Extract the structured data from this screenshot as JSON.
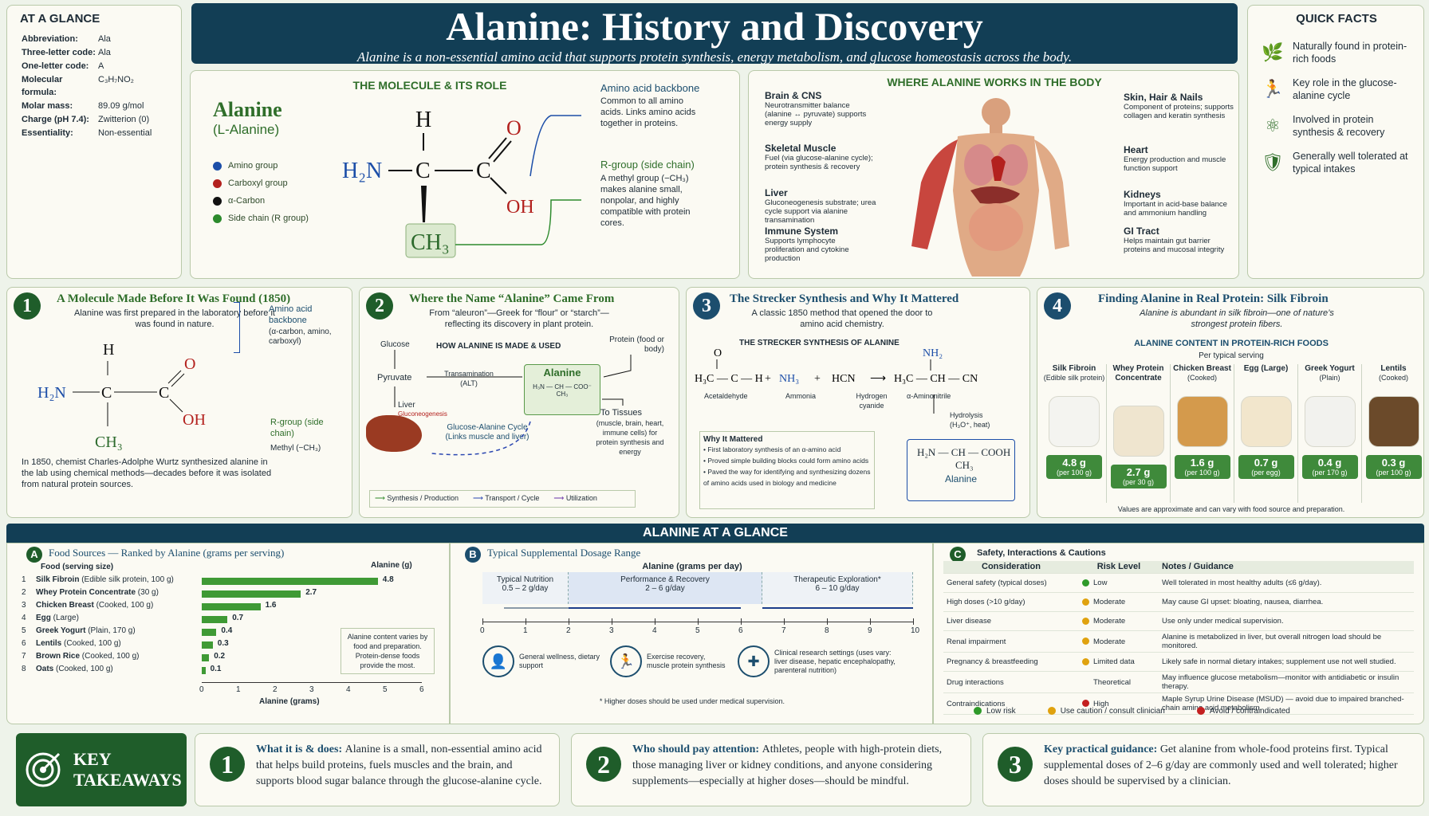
{
  "header": {
    "title": "Alanine: History and Discovery",
    "subtitle": "Alanine is a non-essential amino acid that supports protein synthesis, energy metabolism, and glucose homeostasis across the body."
  },
  "at_a_glance": {
    "title": "AT A GLANCE",
    "rows": [
      {
        "k": "Abbreviation:",
        "v": "Ala"
      },
      {
        "k": "Three-letter code:",
        "v": "Ala"
      },
      {
        "k": "One-letter code:",
        "v": "A"
      },
      {
        "k": "Molecular formula:",
        "v": "C₃H₇NO₂"
      },
      {
        "k": "Molar mass:",
        "v": "89.09 g/mol"
      },
      {
        "k": "Charge (pH 7.4):",
        "v": "Zwitterion (0)"
      },
      {
        "k": "Essentiality:",
        "v": "Non-essential"
      }
    ]
  },
  "molecule": {
    "title": "THE MOLECULE & ITS ROLE",
    "name": "Alanine",
    "alt": "(L-Alanine)",
    "legend": [
      {
        "label": "Amino group",
        "color": "#1c4ea8"
      },
      {
        "label": "Carboxyl group",
        "color": "#b3211e"
      },
      {
        "label": "α-Carbon",
        "color": "#111111"
      },
      {
        "label": "Side chain (R group)",
        "color": "#2c8a2c"
      }
    ],
    "atoms": {
      "h": "H",
      "n": "H₂N",
      "c1": "C",
      "c2": "C",
      "o": "O",
      "oh": "OH",
      "ch3": "CH₃"
    },
    "backbone_title": "Amino acid backbone",
    "backbone_text": "Common to all amino acids. Links amino acids together in proteins.",
    "rgroup_title": "R-group (side chain)",
    "rgroup_text": "A methyl group (−CH₃) makes alanine small, nonpolar, and highly compatible with protein cores."
  },
  "body": {
    "title": "WHERE ALANINE WORKS IN THE BODY",
    "left": [
      {
        "name": "Brain & CNS",
        "text": "Neurotransmitter balance (alanine ↔ pyruvate) supports energy supply"
      },
      {
        "name": "Skeletal Muscle",
        "text": "Fuel (via glucose-alanine cycle); protein synthesis & recovery"
      },
      {
        "name": "Liver",
        "text": "Gluconeogenesis substrate; urea cycle support via alanine transamination"
      },
      {
        "name": "Immune System",
        "text": "Supports lymphocyte proliferation and cytokine production"
      }
    ],
    "right": [
      {
        "name": "Skin, Hair & Nails",
        "text": "Component of proteins; supports collagen and keratin synthesis"
      },
      {
        "name": "Heart",
        "text": "Energy production and muscle function support"
      },
      {
        "name": "Kidneys",
        "text": "Important in acid-base balance and ammonium handling"
      },
      {
        "name": "GI Tract",
        "text": "Helps maintain gut barrier proteins and mucosal integrity"
      }
    ]
  },
  "quick_facts": {
    "title": "QUICK FACTS",
    "items": [
      {
        "icon": "leaf-icon",
        "text": "Naturally found in protein-rich foods"
      },
      {
        "icon": "runner-icon",
        "text": "Key role in the glucose-alanine cycle"
      },
      {
        "icon": "molecule-icon",
        "text": "Involved in protein synthesis & recovery"
      },
      {
        "icon": "shield-check-icon",
        "text": "Generally well tolerated at typical intakes"
      }
    ]
  },
  "card1": {
    "num": "1",
    "title": "A Molecule Made Before It Was Found (1850)",
    "sub": "Alanine was first prepared in the laboratory before it was found in nature.",
    "atoms": {
      "h": "H",
      "n": "H₂N",
      "c1": "C",
      "c2": "C",
      "o": "O",
      "oh": "OH",
      "ch3": "CH₃"
    },
    "backbone": "Amino acid backbone",
    "backbone_note": "(α-carbon, amino, carboxyl)",
    "rgroup": "R-group (side chain)",
    "rgroup_note": "Methyl (−CH₃)",
    "text": "In 1850, chemist Charles-Adolphe Wurtz synthesized alanine in the lab using chemical methods—decades before it was isolated from natural protein sources."
  },
  "card2": {
    "num": "2",
    "title": "Where the Name “Alanine” Came From",
    "sub": "From “aleuron”—Greek for “flour” or “starch”—reflecting its discovery in plant protein.",
    "diagram_title": "HOW ALANINE IS MADE & USED",
    "glucose": "Glucose",
    "pyruvate": "Pyruvate",
    "transamination": "Transamination (ALT)",
    "alanine": "Alanine",
    "formula": "H₃N — CH — COO⁻",
    "formula_sub": "CH₃",
    "protein": "Protein (food or body)",
    "liver": "Liver",
    "gluconeo": "Gluconeogenesis",
    "cycle": "Glucose-Alanine Cycle (Links muscle and liver)",
    "tissues": "To Tissues",
    "tissues_note": "(muscle, brain, heart, immune cells) for protein synthesis and energy",
    "legend": [
      "Synthesis / Production",
      "Transport / Cycle",
      "Utilization"
    ]
  },
  "card3": {
    "num": "3",
    "title": "The Strecker Synthesis and Why It Mattered",
    "sub": "A classic 1850 method that opened the door to amino acid chemistry.",
    "diagram_title": "THE STRECKER SYNTHESIS OF ALANINE",
    "reactants": [
      "Acetaldehyde",
      "Ammonia",
      "Hydrogen cyanide"
    ],
    "product": "α-Aminonitrile",
    "hydrolysis": "Hydrolysis (H₃O⁺, heat)",
    "final": "Alanine",
    "why_title": "Why It Mattered",
    "why": [
      "First laboratory synthesis of an α-amino acid",
      "Proved simple building blocks could form amino acids",
      "Paved the way for identifying and synthesizing dozens of amino acids used in biology and medicine"
    ]
  },
  "card4": {
    "num": "4",
    "title": "Finding Alanine in Real Protein: Silk Fibroin",
    "sub": "Alanine is abundant in silk fibroin—one of nature’s strongest protein fibers.",
    "table_title": "ALANINE CONTENT IN PROTEIN-RICH FOODS",
    "per": "Per typical serving",
    "foods": [
      {
        "name": "Silk Fibroin",
        "note": "(Edible silk protein)",
        "val": "4.8 g",
        "unit": "(per 100 g)",
        "color": "#f4f4f0"
      },
      {
        "name": "Whey Protein Concentrate",
        "note": "",
        "val": "2.7 g",
        "unit": "(per 30 g)",
        "color": "#efe5cf"
      },
      {
        "name": "Chicken Breast",
        "note": "(Cooked)",
        "val": "1.6 g",
        "unit": "(per 100 g)",
        "color": "#d49a4c"
      },
      {
        "name": "Egg (Large)",
        "note": "",
        "val": "0.7 g",
        "unit": "(per egg)",
        "color": "#f2e6cc"
      },
      {
        "name": "Greek Yogurt",
        "note": "(Plain)",
        "val": "0.4 g",
        "unit": "(per 170 g)",
        "color": "#f2f2ee"
      },
      {
        "name": "Lentils",
        "note": "(Cooked)",
        "val": "0.3 g",
        "unit": "(per 100 g)",
        "color": "#6b4a2a"
      }
    ],
    "footnote": "Values are approximate and can vary with food source and preparation."
  },
  "band": {
    "title": "ALANINE AT A GLANCE"
  },
  "panelA": {
    "letter": "A",
    "title": "Food Sources — Ranked by Alanine (grams per serving)",
    "col1": "Food (serving size)",
    "col2": "Alanine (g)",
    "xlabel": "Alanine (grams)",
    "note": "Alanine content varies by food and preparation. Protein-dense foods provide the most."
  },
  "chart_data": {
    "type": "bar",
    "orientation": "horizontal",
    "xlabel": "Alanine (grams)",
    "xlim": [
      0,
      6
    ],
    "ticks": [
      0,
      1,
      2,
      3,
      4,
      5,
      6
    ],
    "categories": [
      "Silk Fibroin",
      "Whey Protein Concentrate",
      "Chicken Breast",
      "Egg",
      "Greek Yogurt",
      "Lentils",
      "Brown Rice",
      "Oats"
    ],
    "notes": [
      "(Edible silk protein, 100 g)",
      "(30 g)",
      "(Cooked, 100 g)",
      "(Large)",
      "(Plain, 170 g)",
      "(Cooked, 100 g)",
      "(Cooked, 100 g)",
      "(Cooked, 100 g)"
    ],
    "values": [
      4.8,
      2.7,
      1.6,
      0.7,
      0.4,
      0.3,
      0.2,
      0.1
    ],
    "value_labels": [
      "4.8",
      "2.7",
      "1.6",
      "0.7",
      "0.4",
      "0.3",
      "0.2",
      "0.1"
    ],
    "color": "#3f9a35"
  },
  "panelB": {
    "letter": "B",
    "title": "Typical Supplemental Dosage Range",
    "axis_title": "Alanine (grams per day)",
    "ranges": [
      {
        "label": "Typical Nutrition",
        "range": "0.5 – 2 g/day"
      },
      {
        "label": "Performance & Recovery",
        "range": "2 – 6 g/day"
      },
      {
        "label": "Therapeutic Exploration*",
        "range": "6 – 10 g/day"
      }
    ],
    "ticks": [
      "0",
      "1",
      "2",
      "3",
      "4",
      "5",
      "6",
      "7",
      "8",
      "9",
      "10"
    ],
    "uses": [
      {
        "icon": "person-icon",
        "text": "General wellness, dietary support"
      },
      {
        "icon": "runner-icon",
        "text": "Exercise recovery, muscle protein synthesis"
      },
      {
        "icon": "plus-icon",
        "text": "Clinical research settings (uses vary: liver disease, hepatic encephalopathy, parenteral nutrition)"
      }
    ],
    "footnote": "* Higher doses should be used under medical supervision."
  },
  "panelC": {
    "letter": "C",
    "title": "Safety, Interactions & Cautions",
    "headers": [
      "Consideration",
      "Risk Level",
      "Notes / Guidance"
    ],
    "rows": [
      {
        "c": "General safety (typical doses)",
        "r": "Low",
        "dot": "#2f9a2a",
        "n": "Well tolerated in most healthy adults (≤6 g/day)."
      },
      {
        "c": "High doses (>10 g/day)",
        "r": "Moderate",
        "dot": "#e0a20e",
        "n": "May cause GI upset: bloating, nausea, diarrhea."
      },
      {
        "c": "Liver disease",
        "r": "Moderate",
        "dot": "#e0a20e",
        "n": "Use only under medical supervision."
      },
      {
        "c": "Renal impairment",
        "r": "Moderate",
        "dot": "#e0a20e",
        "n": "Alanine is metabolized in liver, but overall nitrogen load should be monitored."
      },
      {
        "c": "Pregnancy & breastfeeding",
        "r": "Limited data",
        "dot": "#e0a20e",
        "n": "Likely safe in normal dietary intakes; supplement use not well studied."
      },
      {
        "c": "Drug interactions",
        "r": "Theoretical",
        "dot": "",
        "n": "May influence glucose metabolism—monitor with antidiabetic or insulin therapy."
      },
      {
        "c": "Contraindications",
        "r": "High",
        "dot": "#c42020",
        "n": "Maple Syrup Urine Disease (MSUD) — avoid due to impaired branched-chain amino acid metabolism."
      }
    ],
    "legend": [
      {
        "label": "Low risk",
        "color": "#2f9a2a"
      },
      {
        "label": "Use caution / consult clinician",
        "color": "#e0a20e"
      },
      {
        "label": "Avoid / contraindicated",
        "color": "#c42020"
      }
    ]
  },
  "takeaways": {
    "title": "KEY TAKEAWAYS",
    "items": [
      {
        "num": "1",
        "lead": "What it is & does:",
        "text": "Alanine is a small, non-essential amino acid that helps build proteins, fuels muscles and the brain, and supports blood sugar balance through the glucose-alanine cycle."
      },
      {
        "num": "2",
        "lead": "Who should pay attention:",
        "text": "Athletes, people with high-protein diets, those managing liver or kidney conditions, and anyone considering supplements—especially at higher doses—should be mindful."
      },
      {
        "num": "3",
        "lead": "Key practical guidance:",
        "text": "Get alanine from whole-food proteins first. Typical supplemental doses of 2–6 g/day are commonly used and well tolerated; higher doses should be supervised by a clinician."
      }
    ]
  }
}
